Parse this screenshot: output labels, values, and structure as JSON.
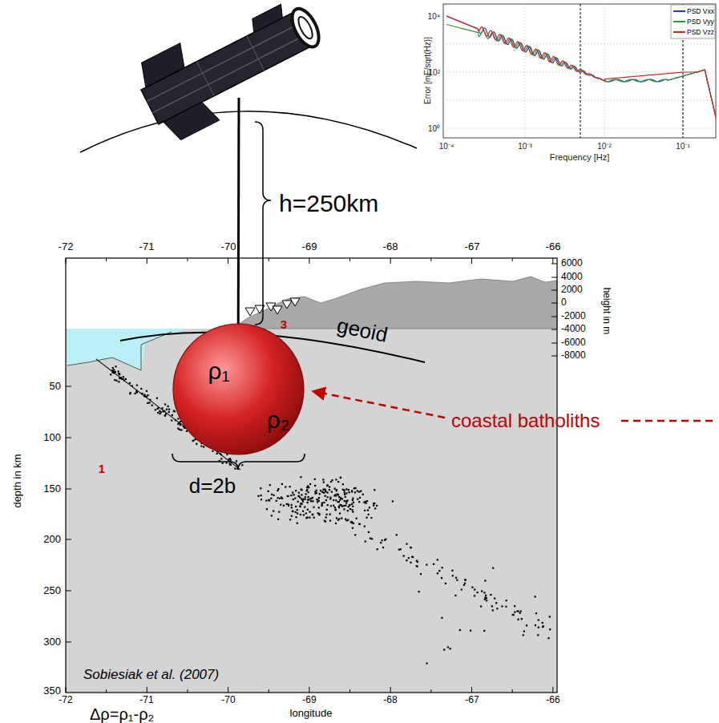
{
  "diagram": {
    "nodes": [
      {
        "text": [
          "ρ₁"
        ]
      }
    ],
    "labels": [
      "h=250km",
      "Error [mE/sqrt(Hz)]",
      "10⁴",
      "10²",
      "10⁰",
      "10⁻⁴",
      "10⁻³",
      "10⁻²",
      "10⁻¹",
      "Frequency [Hz]",
      "-72",
      "-71",
      "-70",
      "-69",
      "-68",
      "-67",
      "-66",
      "-72",
      "-71",
      "-70",
      "-69",
      "-68",
      "-67",
      "-66",
      "6000",
      "4000",
      "2000",
      "0",
      "-2000",
      "-4000",
      "-6000",
      "-8000",
      "height in m",
      "50",
      "100",
      "150",
      "200",
      "250",
      "300",
      "350",
      "depth in km",
      "longitude",
      "geoid",
      "ρ₂",
      "coastal batholiths",
      "d=2b",
      "1",
      "3",
      "Sobiesiak et al. (2007)",
      "Δρ=ρ₁-ρ₂"
    ],
    "legend": [
      {
        "text": "PSD Vxx"
      },
      {
        "text": "PSD Vyy"
      },
      {
        "text": "PSD Vzz"
      }
    ]
  }
}
